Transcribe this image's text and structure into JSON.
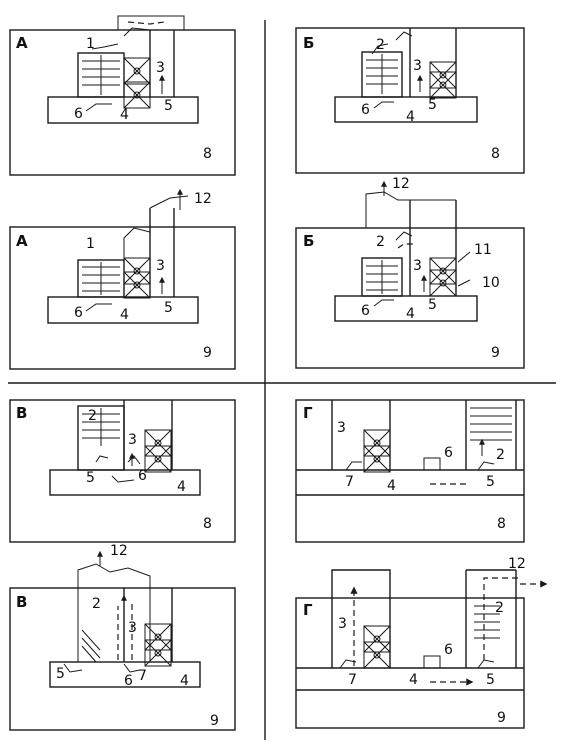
{
  "panels": [
    {
      "letter": "А",
      "floor": "8",
      "labels": [
        "1",
        "3",
        "4",
        "5",
        "6"
      ]
    },
    {
      "letter": "Б",
      "floor": "8",
      "labels": [
        "2",
        "3",
        "4",
        "5",
        "6"
      ]
    },
    {
      "letter": "А",
      "floor": "9",
      "labels": [
        "1",
        "3",
        "4",
        "5",
        "6",
        "12"
      ]
    },
    {
      "letter": "Б",
      "floor": "9",
      "labels": [
        "2",
        "3",
        "4",
        "5",
        "6",
        "10",
        "11",
        "12"
      ]
    },
    {
      "letter": "В",
      "floor": "8",
      "labels": [
        "2",
        "3",
        "4",
        "5",
        "6"
      ]
    },
    {
      "letter": "Г",
      "floor": "8",
      "labels": [
        "2",
        "3",
        "4",
        "5",
        "6",
        "7"
      ]
    },
    {
      "letter": "В",
      "floor": "9",
      "labels": [
        "2",
        "3",
        "4",
        "5",
        "6",
        "7",
        "12"
      ]
    },
    {
      "letter": "Г",
      "floor": "9",
      "labels": [
        "2",
        "3",
        "4",
        "5",
        "6",
        "7",
        "12"
      ]
    }
  ]
}
